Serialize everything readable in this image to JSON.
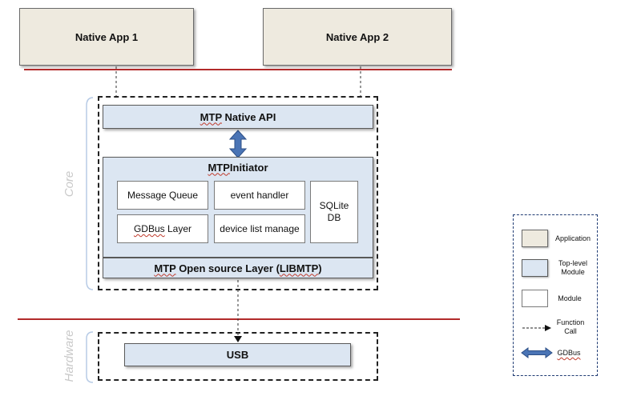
{
  "apps": {
    "app1": "Native App 1",
    "app2": "Native App 2"
  },
  "core": {
    "label": "Core",
    "native_api_prefix": "MTP",
    "native_api_rest": " Native API",
    "initiator_prefix": "MTP",
    "initiator_rest": " Initiator",
    "modules": {
      "message_queue": "Message Queue",
      "event_handler": "event handler",
      "gdbus_prefix": "GDBus",
      "gdbus_rest": " Layer",
      "device_list": "device list manage",
      "sqlite_line1": "SQLite",
      "sqlite_line2": "DB"
    },
    "open_source_prefix": "MTP",
    "open_source_mid": " Open source Layer (",
    "open_source_lib": "LIBMTP",
    "open_source_end": ")"
  },
  "hardware": {
    "label": "Hardware",
    "usb": "USB"
  },
  "legend": {
    "application": "Application",
    "top_level_line1": "Top-level",
    "top_level_line2": "Module",
    "module": "Module",
    "function_line1": "Function",
    "function_line2": "Call",
    "gdbus": "GDBus"
  },
  "colors": {
    "app_fill": "#eeeadf",
    "top_module_fill": "#dce6f2",
    "module_fill": "#ffffff",
    "layer_line": "#b22a2a",
    "gdbus_arrow": "#4a74b5"
  }
}
